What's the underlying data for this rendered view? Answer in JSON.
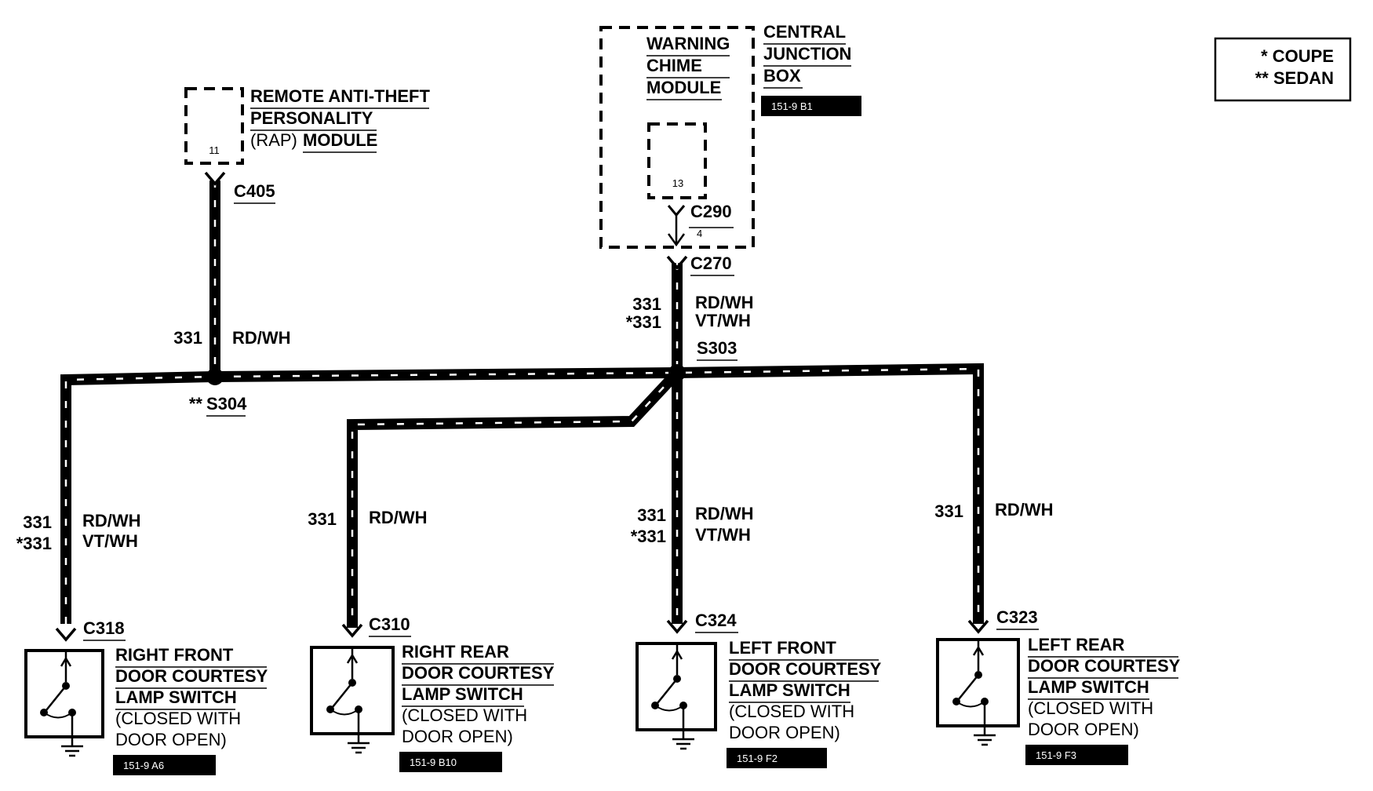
{
  "legend": {
    "coupe": "* COUPE",
    "sedan": "** SEDAN"
  },
  "rap_module": {
    "line1": "REMOTE ANTI-THEFT",
    "line2": "PERSONALITY",
    "line3a": "(RAP)",
    "line3b": "MODULE",
    "pin": "11",
    "connector": "C405"
  },
  "chime_module": {
    "line1": "WARNING",
    "line2": "CHIME",
    "line3": "MODULE",
    "pin": "13",
    "connector": "C290",
    "connector_pin": "4"
  },
  "central_junction_box": {
    "line1": "CENTRAL",
    "line2": "JUNCTION",
    "line3": "BOX",
    "ref": "151-9 B1",
    "connector": "C270"
  },
  "splices": {
    "s304": "S304",
    "s304_prefix": "**",
    "s303": "S303"
  },
  "wires": {
    "rap": {
      "circuit": "331",
      "color": "RD/WH"
    },
    "cjb": {
      "circuit": "331",
      "circuit_alt": "*331",
      "color": "RD/WH",
      "color_alt": "VT/WH"
    },
    "rf": {
      "circuit": "331",
      "circuit_alt": "*331",
      "color": "RD/WH",
      "color_alt": "VT/WH"
    },
    "rr": {
      "circuit": "331",
      "color": "RD/WH"
    },
    "lf": {
      "circuit": "331",
      "circuit_alt": "*331",
      "color": "RD/WH",
      "color_alt": "VT/WH"
    },
    "lr": {
      "circuit": "331",
      "color": "RD/WH"
    }
  },
  "switches": {
    "rf": {
      "connector": "C318",
      "line1": "RIGHT FRONT",
      "line2": "DOOR COURTESY",
      "line3": "LAMP SWITCH",
      "line4": "(CLOSED WITH",
      "line5": "DOOR OPEN)",
      "ref": "151-9 A6"
    },
    "rr": {
      "connector": "C310",
      "line1": "RIGHT REAR",
      "line2": "DOOR COURTESY",
      "line3": "LAMP SWITCH",
      "line4": "(CLOSED WITH",
      "line5": "DOOR OPEN)",
      "ref": "151-9 B10"
    },
    "lf": {
      "connector": "C324",
      "line1": "LEFT FRONT",
      "line2": "DOOR COURTESY",
      "line3": "LAMP SWITCH",
      "line4": "(CLOSED WITH",
      "line5": "DOOR OPEN)",
      "ref": "151-9 F2"
    },
    "lr": {
      "connector": "C323",
      "line1": "LEFT REAR",
      "line2": "DOOR COURTESY",
      "line3": "LAMP SWITCH",
      "line4": "(CLOSED WITH",
      "line5": "DOOR OPEN)",
      "ref": "151-9 F3"
    }
  },
  "colors": {
    "ink": "#000000",
    "paper": "#ffffff"
  }
}
